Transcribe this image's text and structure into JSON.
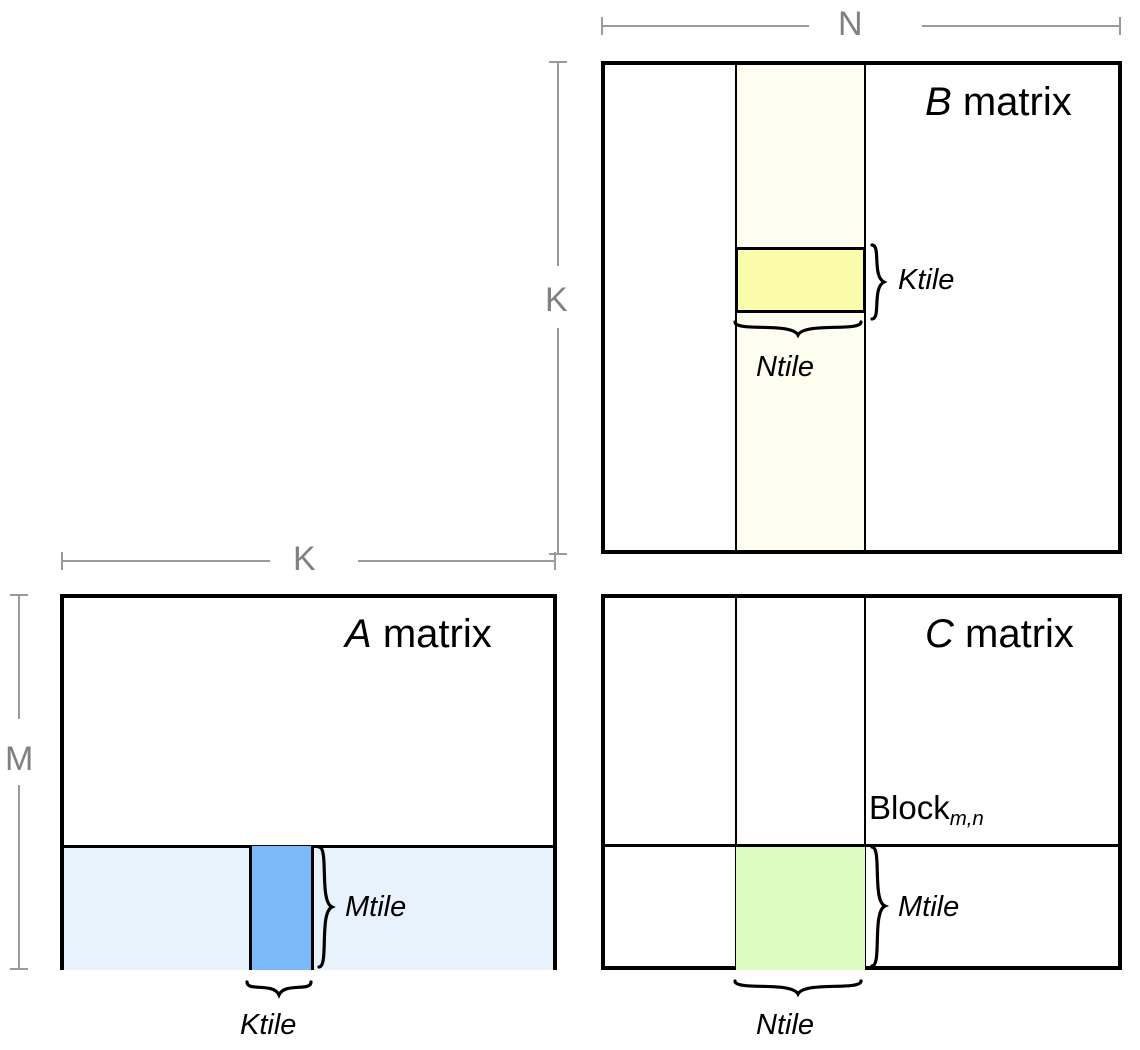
{
  "diagram": {
    "title_a": {
      "var": "A",
      "word": "matrix"
    },
    "title_b": {
      "var": "B",
      "word": "matrix"
    },
    "title_c": {
      "var": "C",
      "word": "matrix"
    },
    "block_label": {
      "base": "Block",
      "sub": "m,n"
    },
    "dims": {
      "n": "N",
      "k_vertical": "K",
      "k_horizontal": "K",
      "m": "M"
    },
    "tiles": {
      "b_ktile": "Ktile",
      "b_ntile": "Ntile",
      "a_mtile": "Mtile",
      "a_ktile": "Ktile",
      "c_mtile": "Mtile",
      "c_ntile": "Ntile"
    },
    "colors": {
      "outline": "#000000",
      "dimension_gray": "#8c8c8c",
      "b_column_strip": "#fefef0",
      "b_ktile_fill": "#fbfbac",
      "a_row_strip": "#e8f2fd",
      "a_ktile_fill": "#7cb9fb",
      "c_tile_fill": "#dcfcc2",
      "background": "#ffffff"
    }
  }
}
